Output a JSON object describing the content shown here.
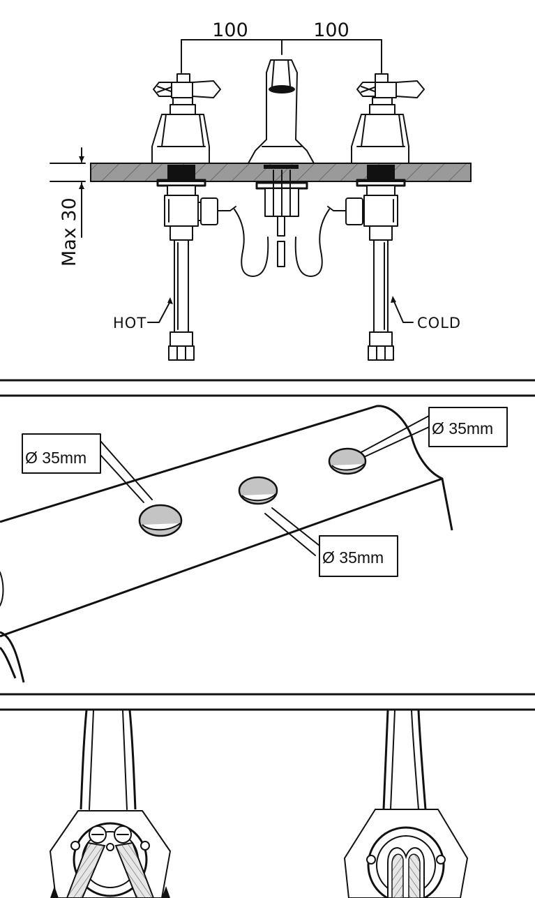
{
  "panel_top": {
    "dimension_left": "100",
    "dimension_right": "100",
    "max_depth_label": "Max 30",
    "hot_label": "HOT",
    "cold_label": "COLD"
  },
  "panel_middle": {
    "hole_left_label": "Ø 35mm",
    "hole_center_label": "Ø 35mm",
    "hole_right_label": "Ø 35mm"
  },
  "colors": {
    "line": "#111111",
    "counter_hatch": "#9a9a9a",
    "hole_fill": "#c4c4c4",
    "background": "#ffffff"
  }
}
